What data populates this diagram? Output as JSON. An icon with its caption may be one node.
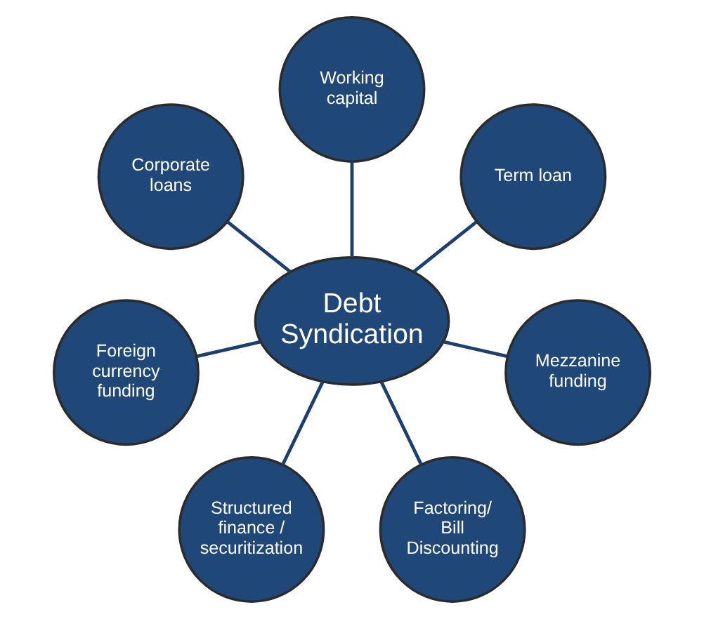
{
  "diagram": {
    "nodes": [
      {
        "text": [
          "Working capital"
        ]
      },
      {
        "text": [
          "Corporate loans"
        ]
      },
      {
        "text": [
          "Term loan"
        ]
      },
      {
        "text": [
          "Debt Syndication"
        ]
      },
      {
        "text": [
          "Foreign currency funding"
        ]
      },
      {
        "text": [
          "Mezzanine funding"
        ]
      },
      {
        "text": [
          "Structured finance / securitization"
        ]
      },
      {
        "text": [
          "Factoring/ Bill Discounting"
        ]
      }
    ],
    "edges": [
      {
        "from": 3,
        "to": 0,
        "arrow": "none"
      },
      {
        "from": 3,
        "to": 2,
        "arrow": "none"
      },
      {
        "from": 3,
        "to": 5,
        "arrow": "none"
      },
      {
        "from": 3,
        "to": 7,
        "arrow": "none"
      },
      {
        "from": 3,
        "to": 6,
        "arrow": "none"
      },
      {
        "from": 3,
        "to": 4,
        "arrow": "none"
      },
      {
        "from": 3,
        "to": 1,
        "arrow": "none"
      }
    ]
  }
}
